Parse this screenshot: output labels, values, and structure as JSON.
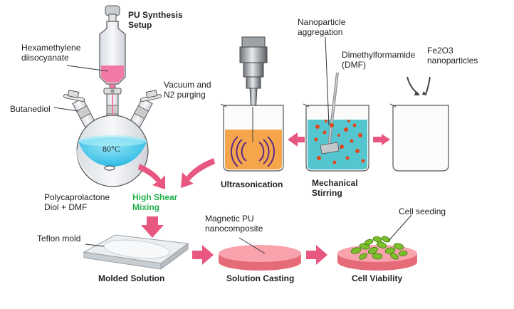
{
  "labels": {
    "pu_setup_1": "PU Synthesis",
    "pu_setup_2": "Setup",
    "hexa_1": "Hexamethylene",
    "hexa_2": "diisocyanate",
    "vacuum_1": "Vacuum and",
    "vacuum_2": "N2 purging",
    "butanediol": "Butanediol",
    "temperature": "80°C",
    "pcl_1": "Polycaprolactone",
    "pcl_2": "Diol + DMF",
    "shear_1": "High Shear",
    "shear_2": "Mixing",
    "np_agg_1": "Nanoparticle",
    "np_agg_2": "aggregation",
    "dmf_1": "Dimethylformamide",
    "dmf_2": "(DMF)",
    "fe_1": "Fe2O3",
    "fe_2": "nanoparticles",
    "ultrasonication": "Ultrasonication",
    "mech_1": "Mechanical",
    "mech_2": "Stirring",
    "teflon": "Teflon mold",
    "mag_1": "Magnetic PU",
    "mag_2": "nanocomposite",
    "cell_seeding": "Cell seeding",
    "molded": "Molded Solution",
    "casting": "Solution Casting",
    "viability": "Cell Viability"
  },
  "colors": {
    "arrow_pink": "#e8577f",
    "flask_liquid": "#3dc7e8",
    "sonication_liquid": "#f6a64a",
    "stirring_liquid": "#54c6cf",
    "nanoparticles": "#e2471e",
    "disk_pink": "#f68b96",
    "cells_green": "#7bbf2a",
    "mixing_green": "#22b04b",
    "funnel_pink": "#f279a6"
  }
}
